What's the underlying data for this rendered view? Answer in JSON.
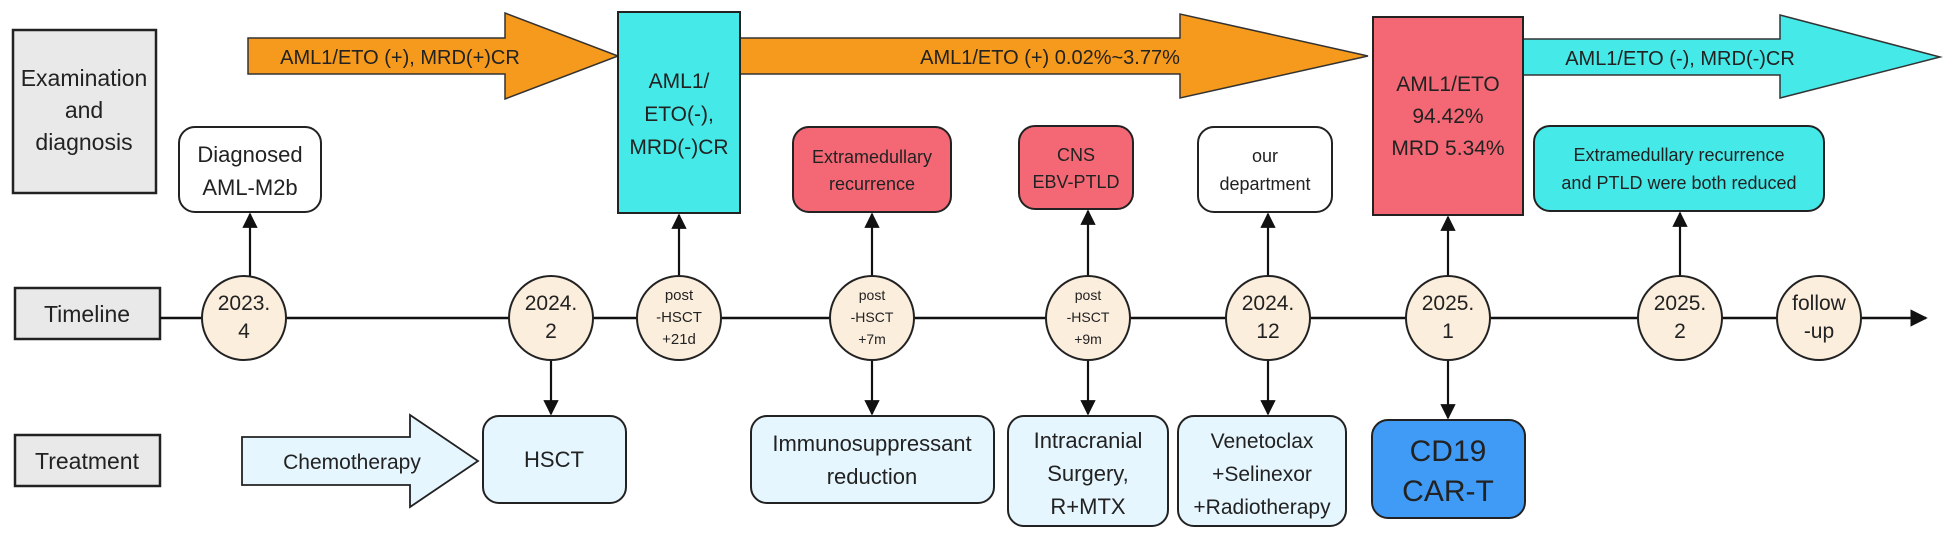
{
  "row_labels": {
    "examination": [
      "Examination",
      "and",
      "diagnosis"
    ],
    "timeline": "Timeline",
    "treatment": "Treatment"
  },
  "top_arrows": {
    "arrow1": "AML1/ETO (+), MRD(+)CR",
    "arrow2": "AML1/ETO (+) 0.02%~3.77%",
    "arrow3": "AML1/ETO (-), MRD(-)CR"
  },
  "status_boxes": {
    "cr_box": [
      "AML1/",
      "ETO(-),",
      "MRD(-)CR"
    ],
    "relapse_box": [
      "AML1/ETO",
      "94.42%",
      "MRD 5.34%"
    ]
  },
  "events": {
    "diagnosed": [
      "Diagnosed",
      "AML-M2b"
    ],
    "extramedullary": [
      "Extramedullary",
      "recurrence"
    ],
    "cns": [
      "CNS",
      "EBV-PTLD"
    ],
    "our_department": [
      "our",
      "department"
    ],
    "reduced": [
      "Extramedullary recurrence",
      "and PTLD were both reduced"
    ]
  },
  "timeline_nodes": {
    "n2023_4": [
      "2023.",
      "4"
    ],
    "n2024_2": [
      "2024.",
      "2"
    ],
    "n21d": [
      "post",
      "-HSCT",
      "+21d"
    ],
    "n7m": [
      "post",
      "-HSCT",
      "+7m"
    ],
    "n9m": [
      "post",
      "-HSCT",
      "+9m"
    ],
    "n2024_12": [
      "2024.",
      "12"
    ],
    "n2025_1": [
      "2025.",
      "1"
    ],
    "n2025_2": [
      "2025.",
      "2"
    ],
    "followup": [
      "follow",
      "-up"
    ]
  },
  "treatments": {
    "chemotherapy": "Chemotherapy",
    "hsct": "HSCT",
    "immuno": [
      "Immunosuppressant",
      "reduction"
    ],
    "surgery": [
      "Intracranial",
      "Surgery,",
      "R+MTX"
    ],
    "venetoclax": [
      "Venetoclax",
      "+Selinexor",
      "+Radiotherapy"
    ],
    "cart": [
      "CD19",
      "CAR-T"
    ]
  },
  "colors": {
    "orange": "#F59A1C",
    "cyan": "#45E9E8",
    "red": "#F46875",
    "light_blue": "#E5F6FE",
    "car_t_blue": "#3F9BF5",
    "node_fill": "#FCEEDD",
    "label_gray": "#E9E9E9"
  }
}
